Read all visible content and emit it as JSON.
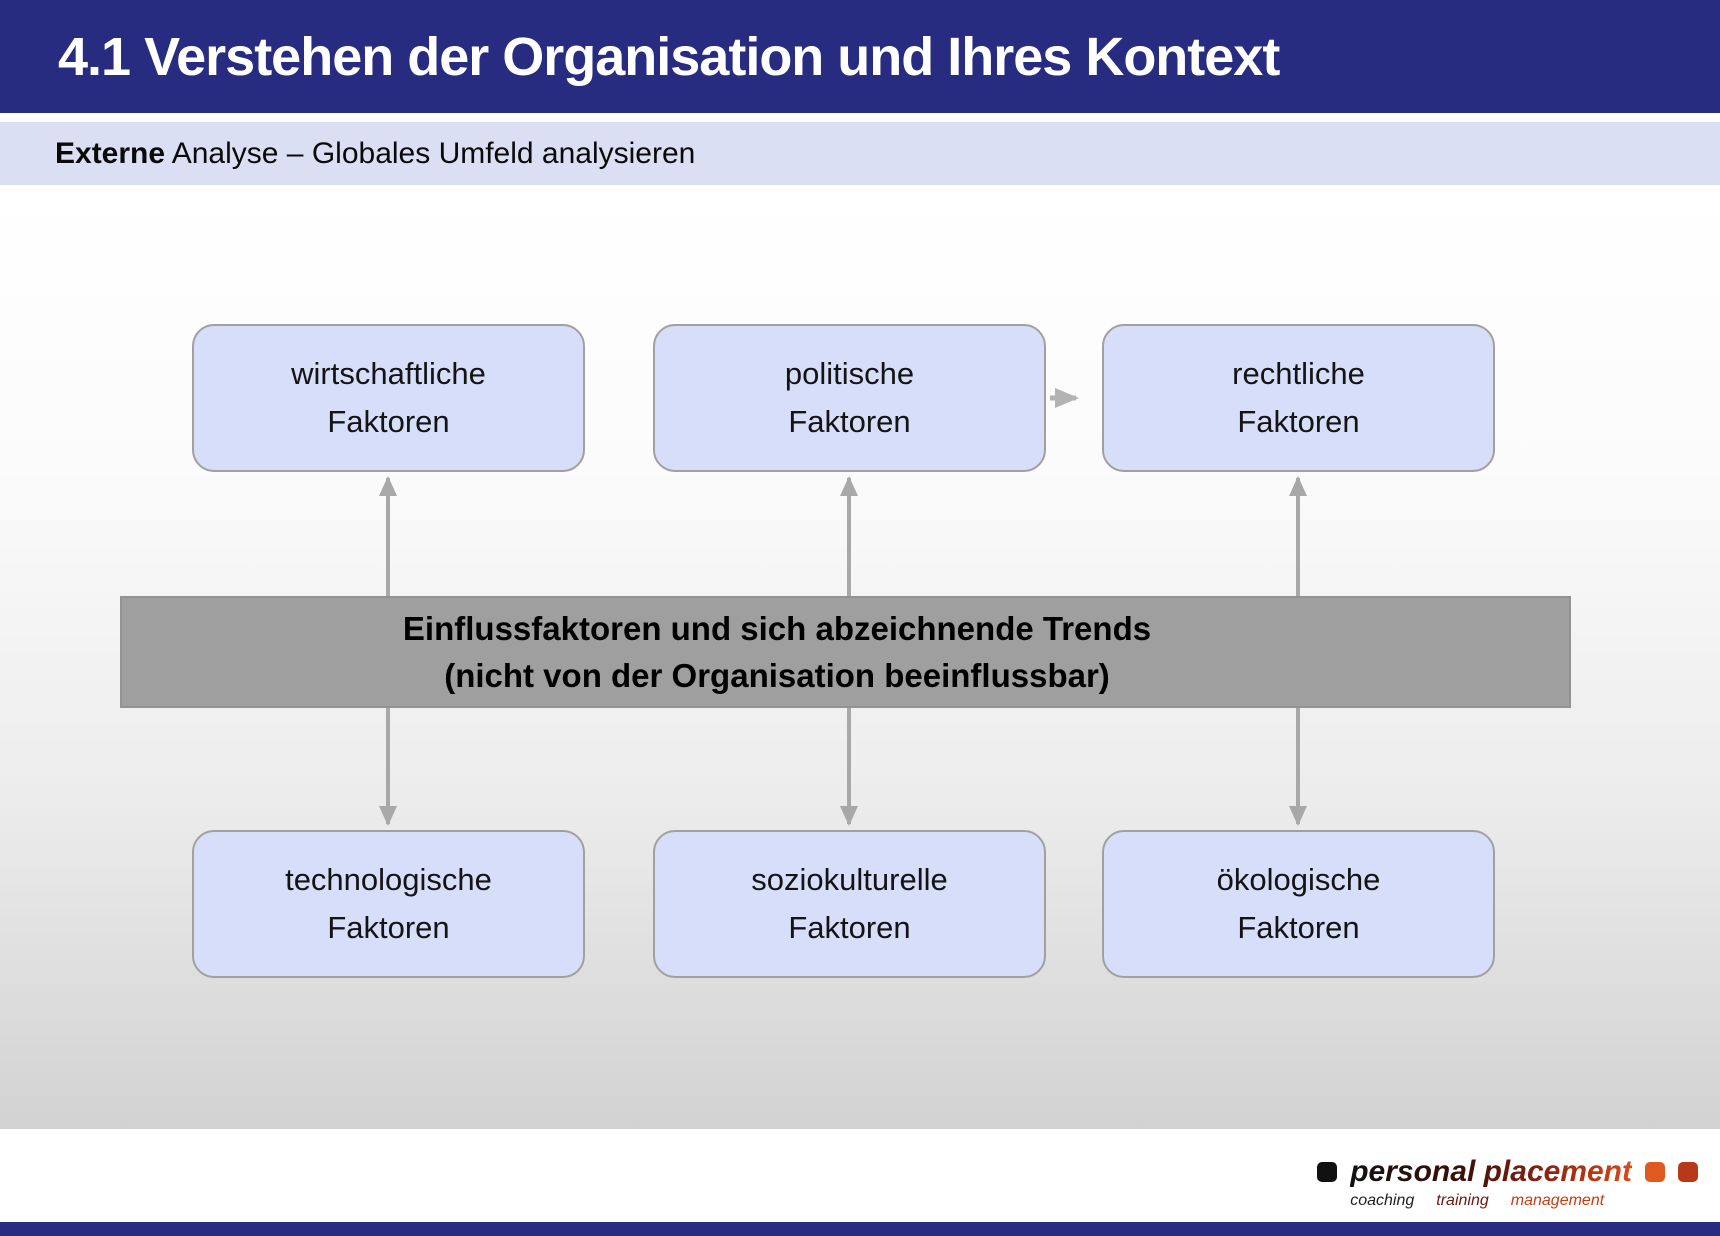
{
  "header": {
    "title": "4.1 Verstehen der Organisation und Ihres Kontext"
  },
  "subtitle": {
    "bold": "Externe",
    "rest": " Analyse – Globales Umfeld analysieren"
  },
  "diagram": {
    "top_boxes": [
      {
        "label": "wirtschaftliche\nFaktoren"
      },
      {
        "label": "politische\nFaktoren"
      },
      {
        "label": "rechtliche\nFaktoren"
      }
    ],
    "bottom_boxes": [
      {
        "label": "technologische\nFaktoren"
      },
      {
        "label": "soziokulturelle\nFaktoren"
      },
      {
        "label": "ökologische\nFaktoren"
      }
    ],
    "band": {
      "line1": "Einflussfaktoren und sich abzeichnende Trends",
      "line2": "(nicht von der Organisation beeinflussbar)"
    }
  },
  "logo": {
    "brand": "personal placement",
    "tagline": [
      "coaching",
      "training",
      "management"
    ]
  },
  "colors": {
    "header_navy": "#272c80",
    "subtitle_blue": "#dbdff4",
    "box_fill": "#d6defa",
    "box_border": "#a0a0a0",
    "band_gray": "#9f9f9f",
    "arrow_gray": "#a8a8a8",
    "logo_orange": "#e05a20",
    "logo_red": "#b8381a"
  }
}
